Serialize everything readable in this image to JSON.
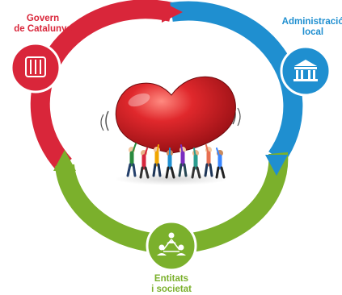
{
  "nodes": {
    "govern": {
      "line1": "Govern",
      "line2": "de Catalunya",
      "color": "#d9263a",
      "icon": "catalan-flag-shield-icon"
    },
    "administracio": {
      "line1": "Administració",
      "line2": "local",
      "color": "#1f8fd0",
      "icon": "town-hall-building-icon"
    },
    "entitats": {
      "line1": "Entitats",
      "line2": "i societat",
      "color": "#7bb02c",
      "icon": "network-of-people-icon"
    }
  },
  "center": {
    "image": "people-lifting-red-heart-illustration",
    "heart_color": "#c81e24"
  },
  "ring": {
    "segments": [
      "red",
      "blue",
      "green"
    ],
    "colors": [
      "#d9263a",
      "#1f8fd0",
      "#7bb02c"
    ]
  }
}
